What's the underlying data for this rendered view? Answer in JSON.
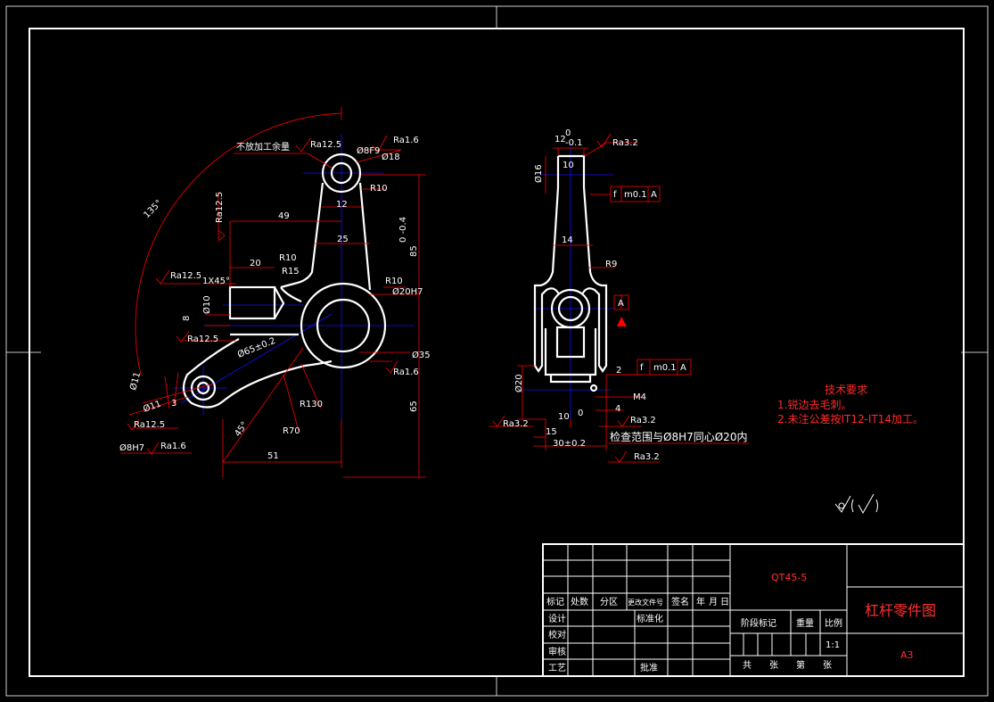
{
  "drawing": {
    "colors": {
      "background": "#000000",
      "outline": "#ffffff",
      "dimension": "#ff0000",
      "centerline": "#0000ff",
      "text": "#ffffff"
    },
    "front_view": {
      "dims": {
        "d49": "49",
        "d25": "25",
        "d12": "12",
        "d20": "20",
        "d8": "8",
        "d51": "51",
        "d65": "65",
        "d85": "85",
        "d85_tol": "0\n-0.4",
        "r10a": "R10",
        "r15": "R15",
        "r10b": "R10",
        "r10c": "R10",
        "r130": "R130",
        "r70": "R70",
        "phi10": "Ø10",
        "phi8h7": "Ø8H7",
        "phi18": "Ø18",
        "phi8f9": "Ø8F9",
        "phi20h7": "Ø20H7",
        "phi35": "Ø35",
        "phi11": "Ø11",
        "phi11b": "Ø11",
        "d3": "3",
        "center_dist": "Ø65±0.2",
        "a45": "45°",
        "a135": "135°",
        "chamfer": "1X45°"
      },
      "roughness": {
        "ra12_5_top": "Ra12.5",
        "ra1_6_top": "Ra1.6",
        "ra12_5_side": "Ra12.5",
        "ra12_5_left": "Ra12.5",
        "ra12_5_mid": "Ra12.5",
        "ra12_5_bottom": "Ra12.5",
        "ra1_6_right": "Ra1.6",
        "ra1_6_bottom": "Ra1.6"
      },
      "unmachined_label": "不放加工余量"
    },
    "side_view": {
      "dims": {
        "d12": "12",
        "d12_tol": "0\n-0.1",
        "d10": "10",
        "phi16": "Ø16",
        "d14": "14",
        "r9": "R9",
        "phi20": "Ø20",
        "m4": "M4",
        "d2": "2",
        "d4": "4",
        "d15": "15",
        "d30": "30±0.2",
        "d10b": "10",
        "d0": "0"
      },
      "roughness": {
        "ra3_2_top": "Ra3.2",
        "ra3_2_left": "Ra3.2",
        "ra3_2_right": "Ra3.2",
        "ra3_2_bottom": "Ra3.2"
      },
      "tolerance_top": {
        "sym": "f",
        "val": "m0.1",
        "datum": "A"
      },
      "tolerance_bottom": {
        "sym": "f",
        "val": "m0.1",
        "datum": "A"
      },
      "datum": "A",
      "inspection_note": "检查范围与Ø8H7同心Ø20内"
    },
    "tech_requirements": {
      "heading": "技术要求",
      "items": [
        "1.锐边去毛刺。",
        "2.未注公差按IT12-IT14加工。"
      ]
    },
    "other_roughness": "√(√)",
    "title_block": {
      "material": "QT45-5",
      "part_name": "杠杆零件图",
      "scale": "1:1",
      "sheet_size": "A3",
      "headers": [
        "标记",
        "处数",
        "分区",
        "更改文件号",
        "签名",
        "年",
        "月",
        "日"
      ],
      "roles": [
        "设计",
        "校对",
        "审核",
        "工艺"
      ],
      "standardize": "标准化",
      "approve": "批准",
      "stage_mark": "阶段标记",
      "weight": "重量",
      "scale_label": "比例",
      "sheets": [
        "共",
        "张",
        "第",
        "张"
      ]
    }
  }
}
